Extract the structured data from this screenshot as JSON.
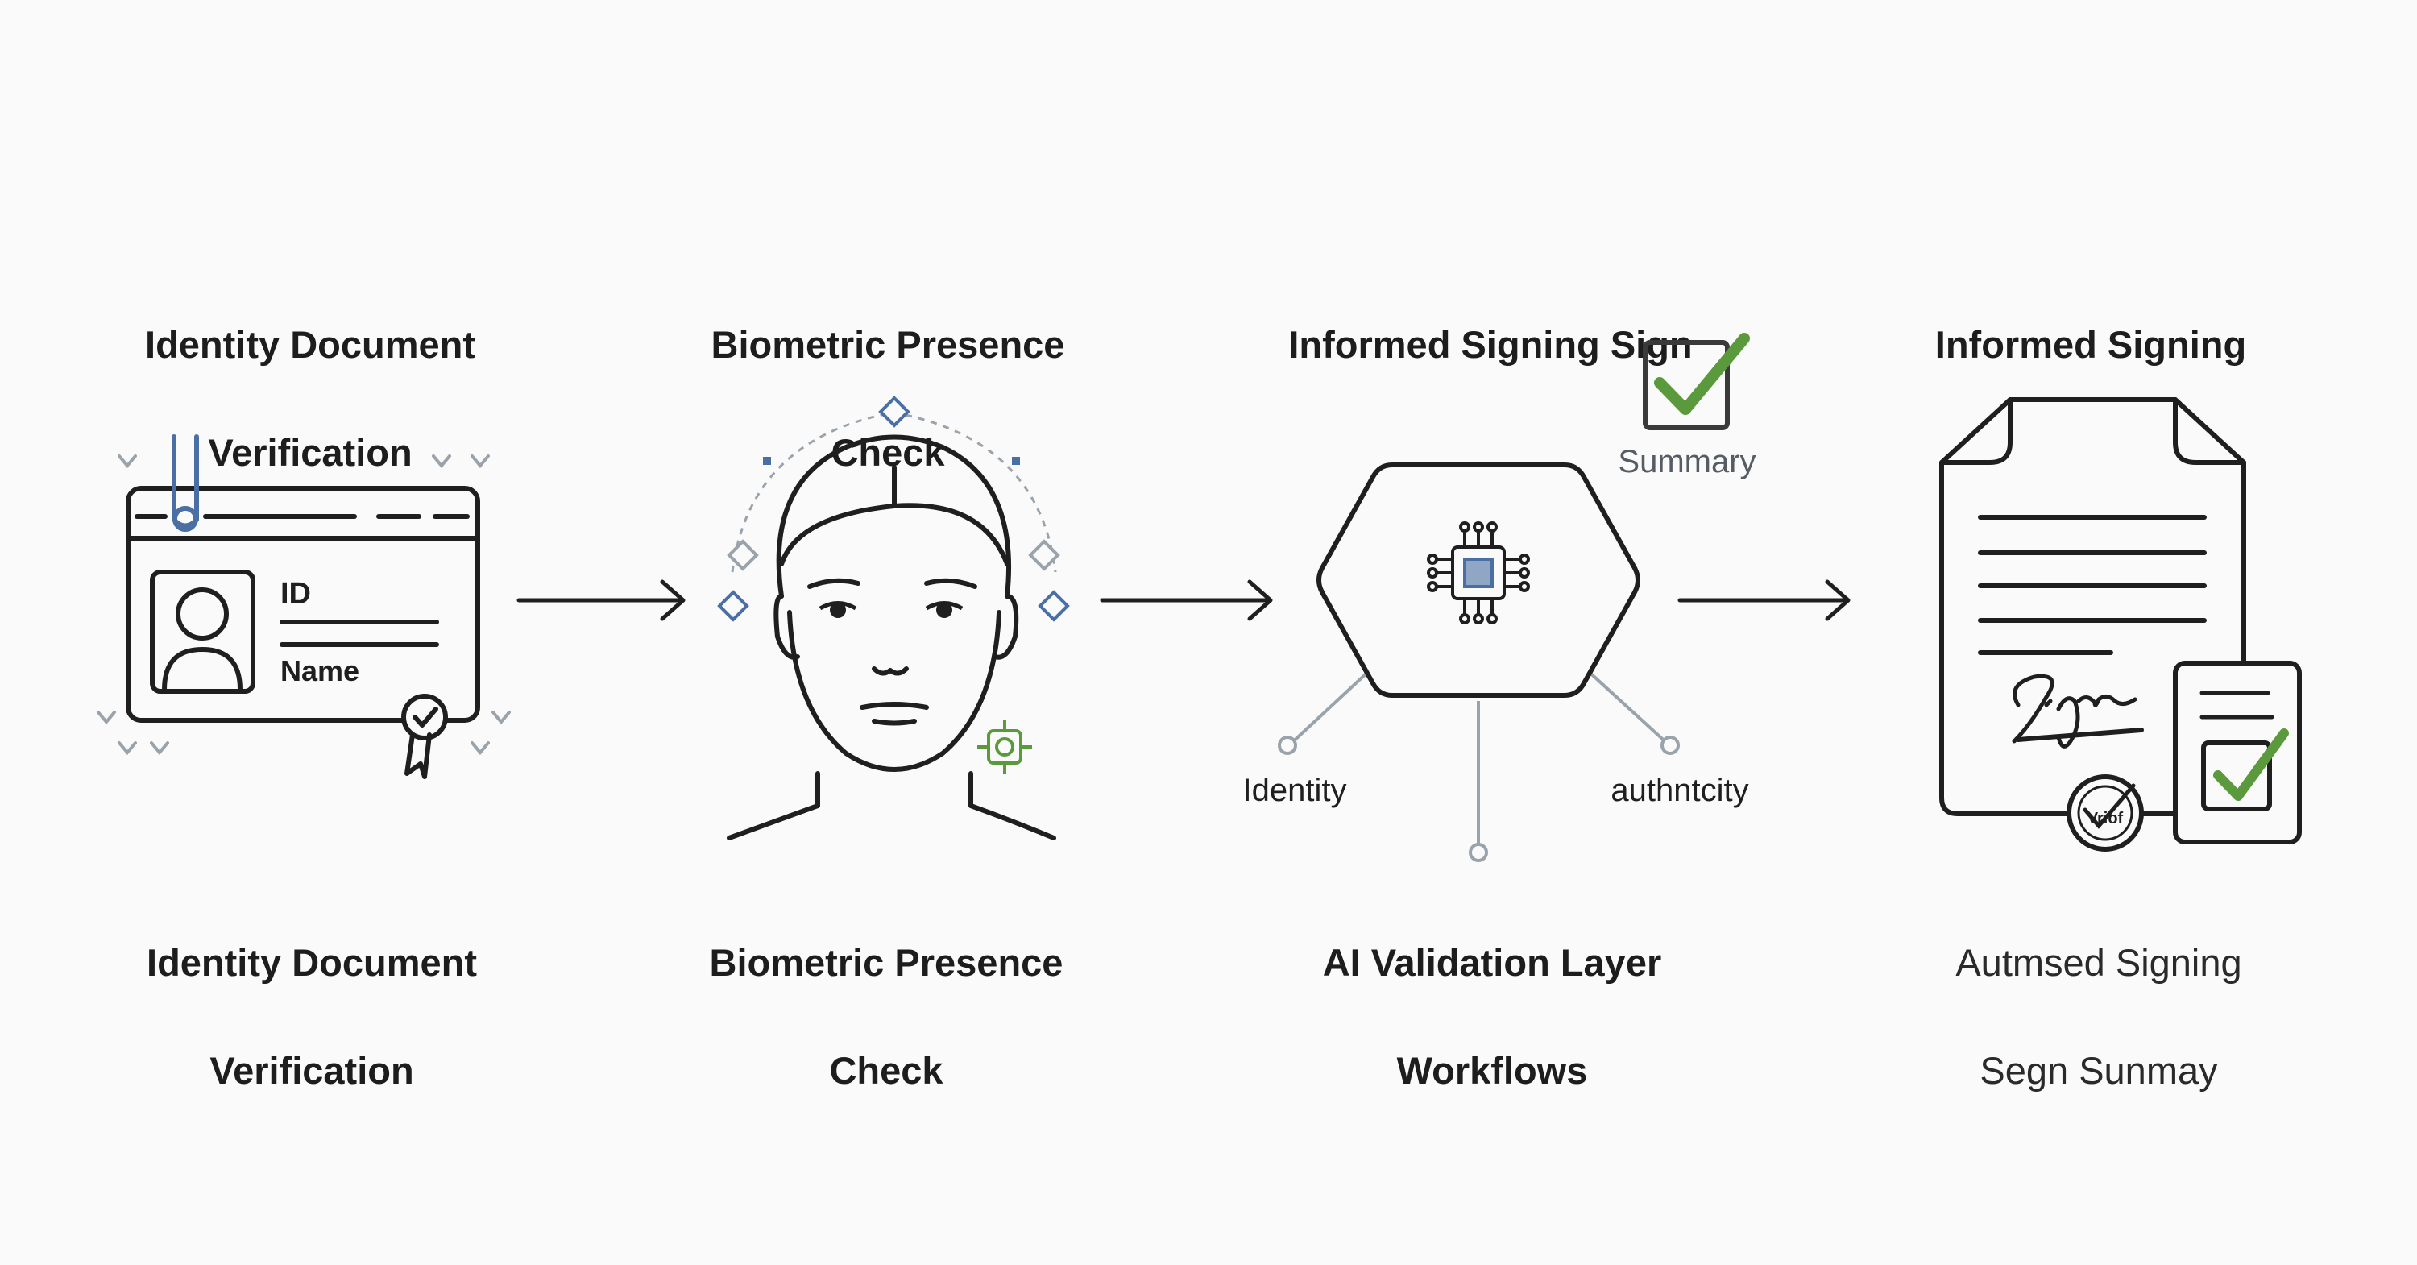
{
  "steps": [
    {
      "title": [
        "Identity Document",
        "Verification"
      ],
      "caption": [
        "Identity Document",
        "Verification"
      ],
      "icon": "id-card-icon",
      "card_text": {
        "id": "ID",
        "name": "Name"
      }
    },
    {
      "title": [
        "Biometric Presence",
        "Check"
      ],
      "caption": [
        "Biometric Presence",
        "Check"
      ],
      "icon": "face-scan-icon"
    },
    {
      "title": [
        "Informed Signing Sign"
      ],
      "caption": [
        "AI Validation Layer",
        "Workflows"
      ],
      "icon": "ai-chip-hexagon-icon",
      "summary_label": "Summary",
      "branches": {
        "left": "Identity",
        "right": "authntcity"
      }
    },
    {
      "title": [
        "Informed Signing"
      ],
      "caption": [
        "Autmsed Signing",
        "Segn Sunmay"
      ],
      "icon": "signed-document-icon",
      "signature_text": "Sign",
      "seal_text": "Vriof"
    }
  ],
  "colors": {
    "text": "#1d1d1d",
    "line": "#1f1f1f",
    "accent_blue": "#4a6fa5",
    "accent_green": "#5a9a3c",
    "muted_gray": "#9aa3ab"
  }
}
